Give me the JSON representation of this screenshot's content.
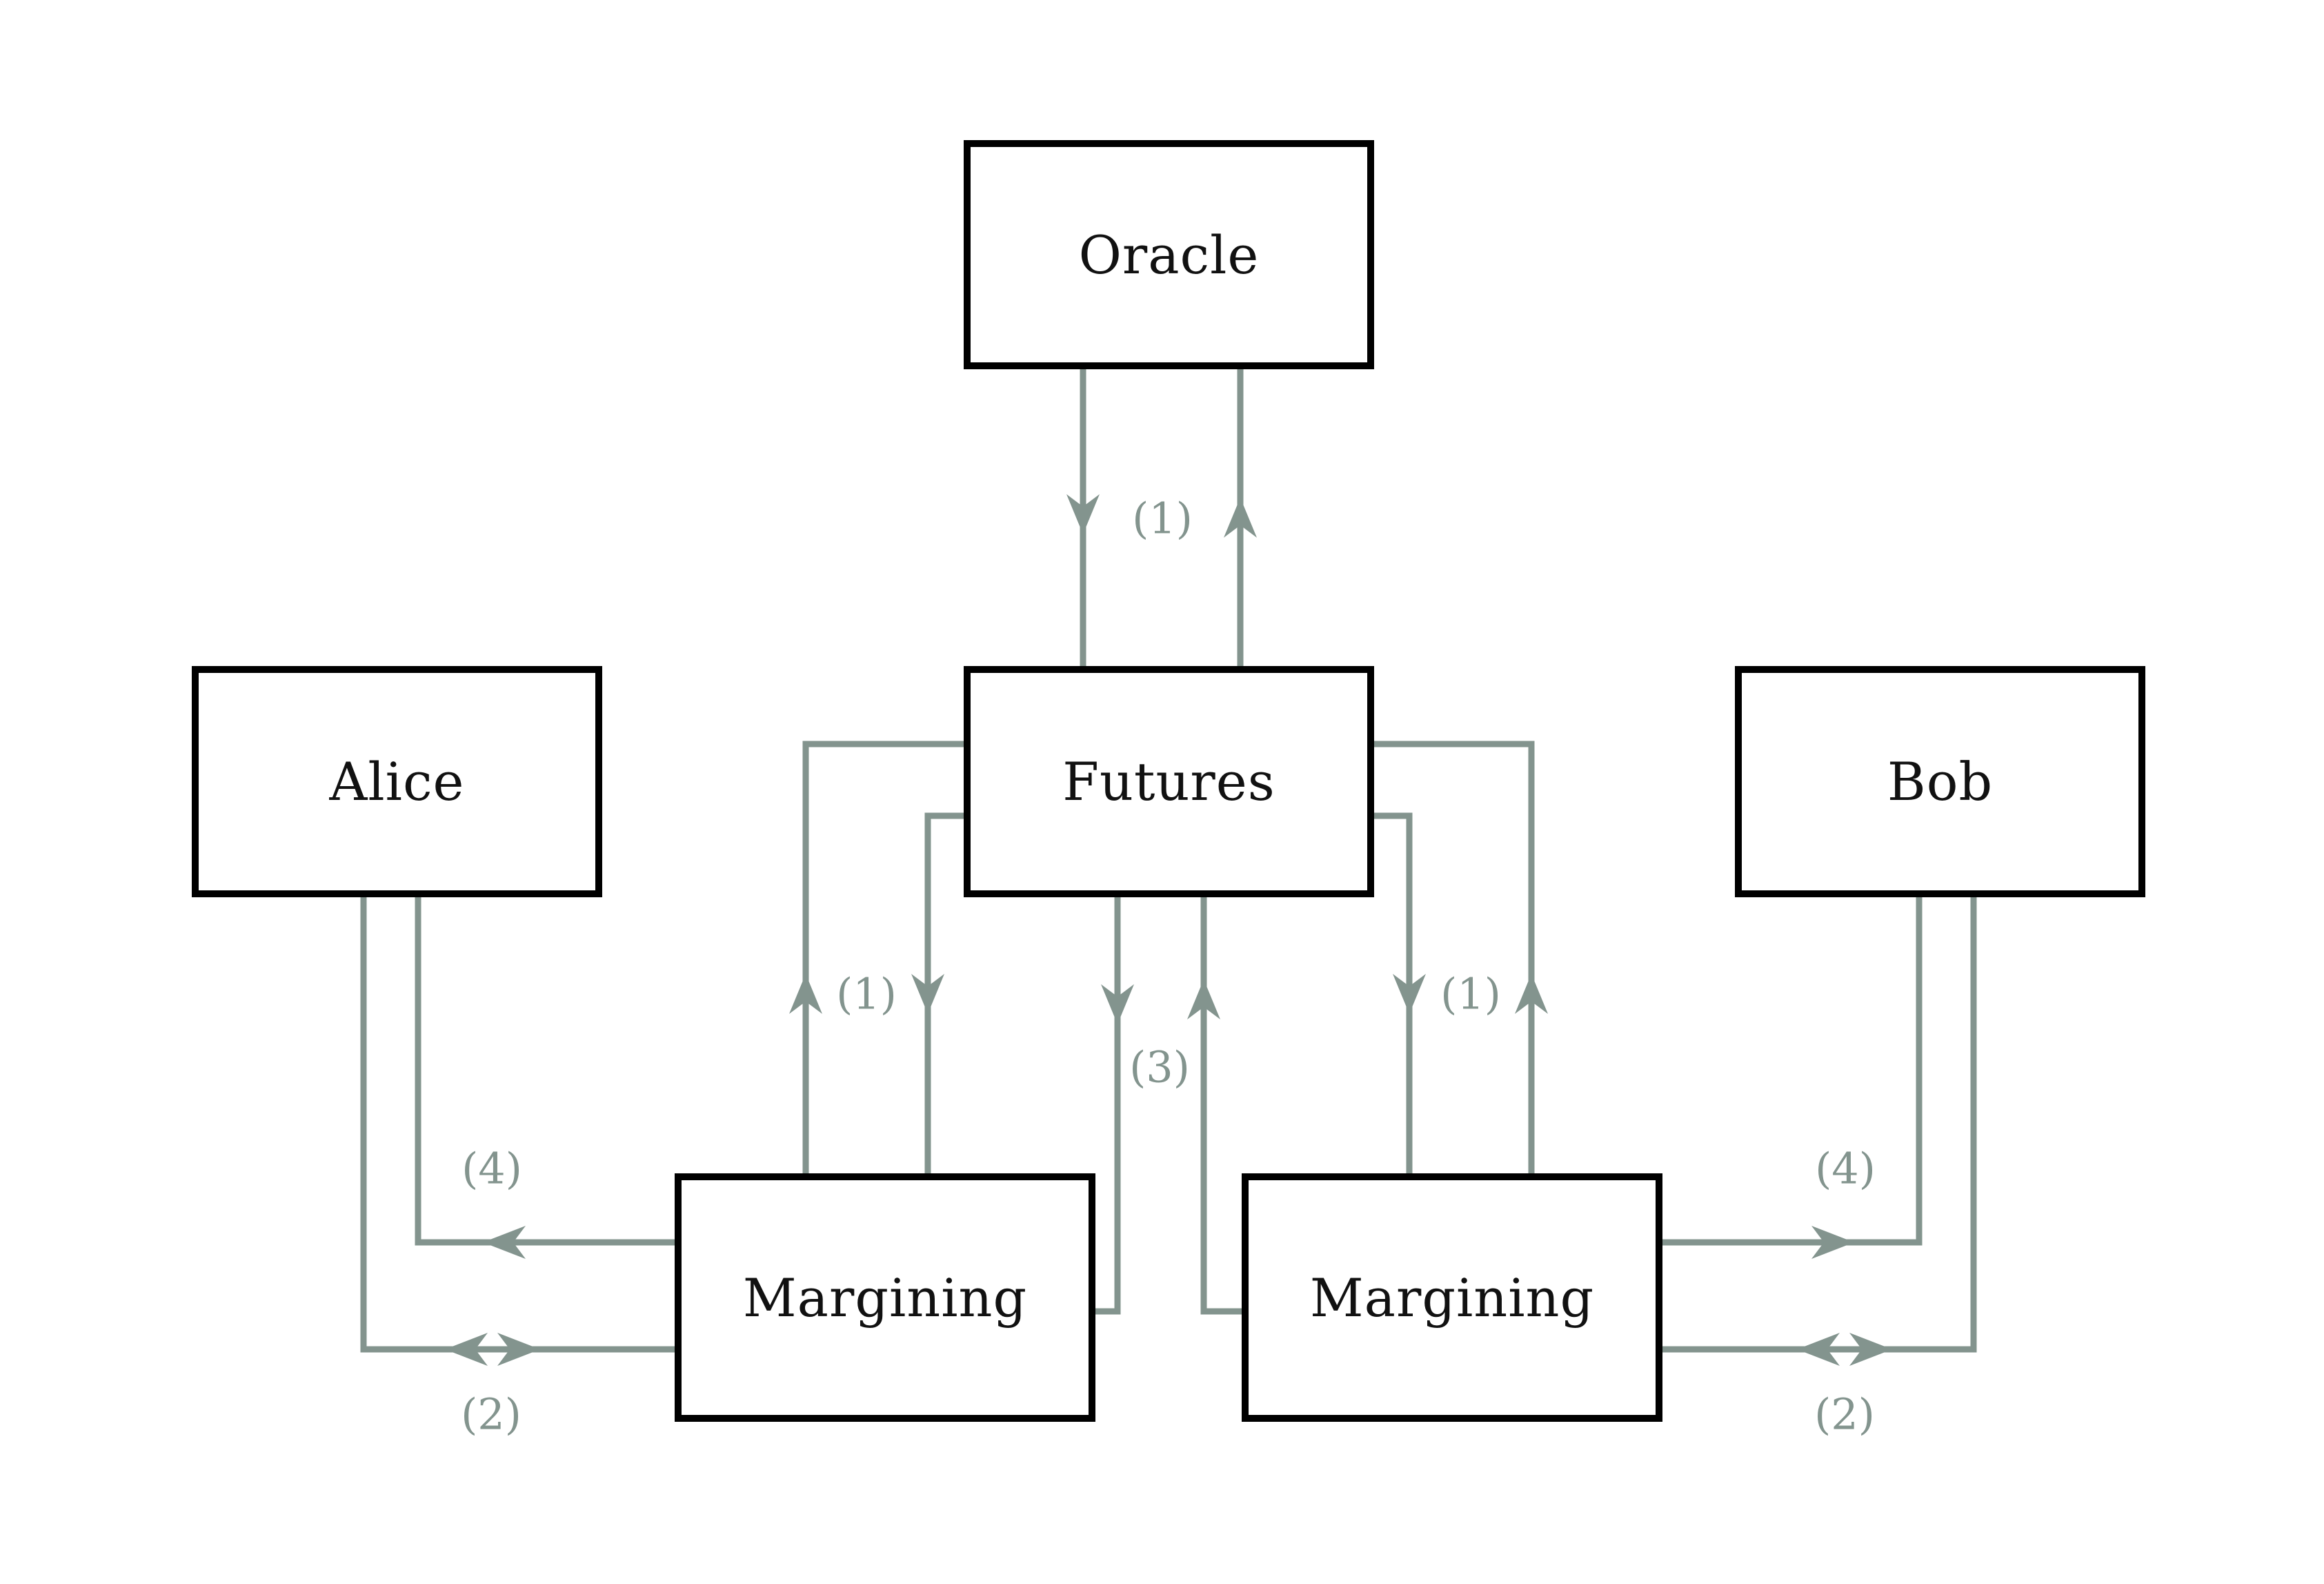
{
  "diagram": {
    "nodes": {
      "oracle": {
        "label": "Oracle"
      },
      "futures": {
        "label": "Futures"
      },
      "alice": {
        "label": "Alice"
      },
      "bob": {
        "label": "Bob"
      },
      "margining_left": {
        "label": "Margining"
      },
      "margining_right": {
        "label": "Margining"
      }
    },
    "edge_labels": {
      "oracle_futures": "(1)",
      "futures_margining_left": "(1)",
      "futures_margining_right": "(1)",
      "futures_margining_center": "(3)",
      "margining_alice_payout": "(4)",
      "alice_margining_flow": "(2)",
      "margining_bob_payout": "(4)",
      "bob_margining_flow": "(2)"
    },
    "edges": [
      {
        "from": "Oracle",
        "to": "Futures",
        "label": "(1)",
        "style": "two one-way vertical arrows (down and up)"
      },
      {
        "from": "Margining-left",
        "to": "Futures",
        "label": "(1)",
        "style": "up arrow"
      },
      {
        "from": "Futures",
        "to": "Margining-left",
        "label": "(1)",
        "style": "down arrow"
      },
      {
        "from": "Futures",
        "to": "Margining-left",
        "label": "(3)",
        "style": "down arrow via center channel"
      },
      {
        "from": "Margining-right",
        "to": "Futures",
        "label": "(3)",
        "style": "up arrow via center channel"
      },
      {
        "from": "Futures",
        "to": "Margining-right",
        "label": "(1)",
        "style": "down arrow"
      },
      {
        "from": "Margining-right",
        "to": "Futures",
        "label": "(1)",
        "style": "up arrow"
      },
      {
        "from": "Margining-left",
        "to": "Alice",
        "label": "(4)",
        "style": "left arrow"
      },
      {
        "from": "Alice",
        "to": "Margining-left",
        "label": "(2)",
        "style": "double-headed arrow"
      },
      {
        "from": "Margining-right",
        "to": "Bob",
        "label": "(4)",
        "style": "right arrow"
      },
      {
        "from": "Bob",
        "to": "Margining-right",
        "label": "(2)",
        "style": "double-headed arrow"
      }
    ],
    "colors": {
      "arrow": "#83948E",
      "box_border": "#000000",
      "box_fill": "#FFFFFF",
      "text": "#111111",
      "background": "#FFFFFF"
    }
  }
}
